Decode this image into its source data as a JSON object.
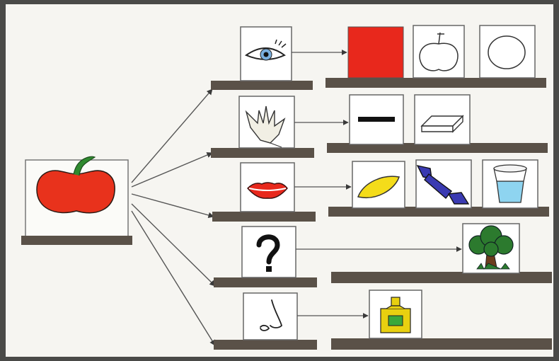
{
  "diagram": {
    "source": {
      "object": "apple",
      "icon": "apple-icon"
    },
    "rows": [
      {
        "sense": "sight",
        "sense_icon": "eye-icon",
        "items": [
          {
            "name": "red-square",
            "icon": "red-square-icon"
          },
          {
            "name": "pumpkin-outline",
            "icon": "pumpkin-outline-icon"
          },
          {
            "name": "circle-outline",
            "icon": "circle-outline-icon"
          }
        ]
      },
      {
        "sense": "touch",
        "sense_icon": "hand-icon",
        "items": [
          {
            "name": "line",
            "icon": "line-icon"
          },
          {
            "name": "flat-block",
            "icon": "flat-block-icon"
          }
        ]
      },
      {
        "sense": "taste",
        "sense_icon": "lips-icon",
        "items": [
          {
            "name": "lemon",
            "icon": "lemon-icon"
          },
          {
            "name": "candy",
            "icon": "candy-icon"
          },
          {
            "name": "glass-of-water",
            "icon": "glass-icon"
          }
        ]
      },
      {
        "sense": "unknown",
        "sense_icon": "question-mark-icon",
        "items": [
          {
            "name": "tree",
            "icon": "tree-icon"
          }
        ]
      },
      {
        "sense": "smell",
        "sense_icon": "nose-icon",
        "items": [
          {
            "name": "perfume-bottle",
            "icon": "perfume-bottle-icon"
          }
        ]
      }
    ],
    "colors": {
      "shelf": "#5a5148",
      "card_border": "#666666",
      "apple": "#e8321c",
      "square": "#e8281c",
      "lemon": "#f4dc1a",
      "candy": "#3a3ab2",
      "water": "#8ed4f0",
      "tree": "#2c7a2e",
      "perfume": "#e8d010"
    }
  }
}
